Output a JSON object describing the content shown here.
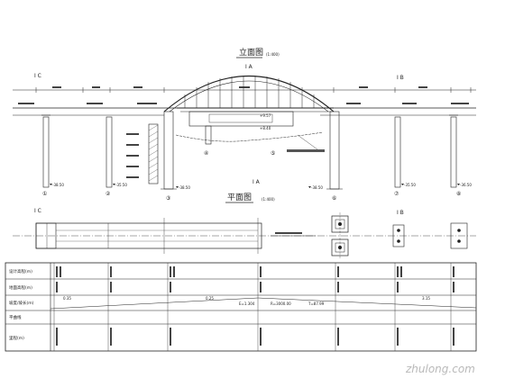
{
  "elevation": {
    "title": "立面图",
    "scale": "(1:400)",
    "section_top": "I A",
    "section_bottom": "I A",
    "left_section": "I C",
    "right_section": "I B",
    "mid_level_1": "+9.57",
    "mid_level_2": "+8.40",
    "pier_marks": [
      "①",
      "②",
      "③",
      "④",
      "⑤",
      "⑥",
      "⑦",
      "⑧"
    ],
    "pile_tip_levels": [
      "-38.50",
      "-35.50",
      "-38.50",
      "-38.50",
      "-35.50",
      "-36.50"
    ]
  },
  "plan": {
    "title": "平面图",
    "scale": "(1:400)",
    "left_section": "I C",
    "right_section": "I B"
  },
  "profile_table": {
    "row_labels": [
      "设计高程(m)",
      "地面高程(m)",
      "坡度/坡长(m)",
      "平曲线",
      "里程(m)"
    ],
    "grade_values": [
      "0.35",
      "0.25",
      "3.15"
    ],
    "curve_values": [
      "R=3000.00",
      "T=87.99",
      "E=1.304"
    ]
  },
  "watermark": "zhulong.com"
}
